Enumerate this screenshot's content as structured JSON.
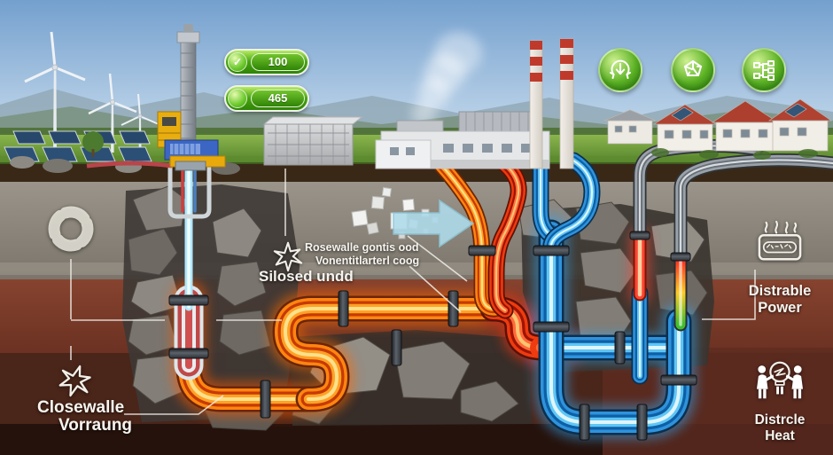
{
  "status_badges": [
    {
      "icon": "check-circle-icon",
      "glyph": "✓",
      "value": "100"
    },
    {
      "icon": "green-circle-icon",
      "glyph": "",
      "value": "465"
    }
  ],
  "eco_badges": [
    {
      "icon": "cycle-down-arrow-icon"
    },
    {
      "icon": "recycle-arrows-icon"
    },
    {
      "icon": "flow-diagram-icon"
    }
  ],
  "annotations": {
    "loop_marker": {
      "icon": "segmented-ring-icon"
    },
    "process_note": {
      "line1": "Rosewalle gontis ood",
      "line2": "Vonentitlarterl coog"
    },
    "closed_loop_label": {
      "icon": "spark-scribble-icon",
      "text": "Silosed undd"
    },
    "storage_label": {
      "icon": "spark-scribble-icon",
      "line1": "Closewalle",
      "line2": "Vorraung"
    },
    "power_label": {
      "icon": "steam-box-icon",
      "line1": "Distrable",
      "line2": "Power"
    },
    "heat_label": {
      "icon": "people-bulb-icon",
      "line1": "Distrcle",
      "line2": "Heat"
    }
  },
  "palette": {
    "hot_pipe": "#ff6a00",
    "cold_pipe": "#2f93dc",
    "badge_green": "#47a410",
    "sky_top": "#74a0ce",
    "arrow_blue": "#aedae9"
  }
}
